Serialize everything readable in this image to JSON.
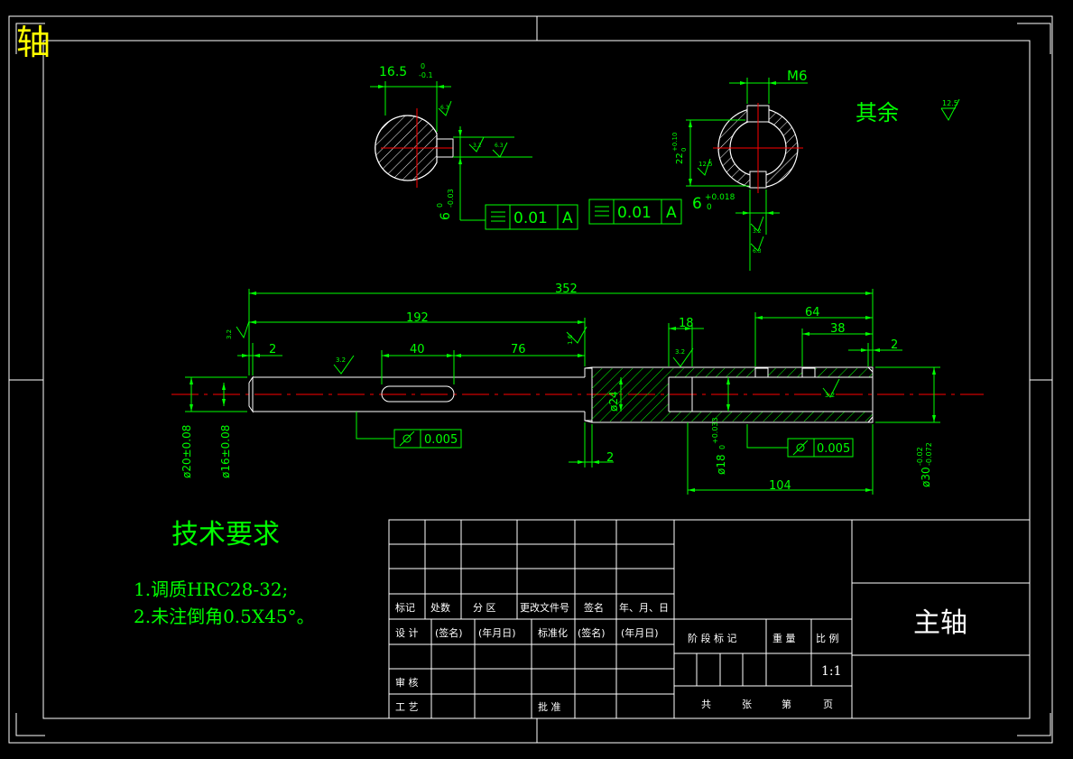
{
  "sheet": {
    "corner_label": "轴",
    "rest_roughness_label": "其余",
    "rest_roughness_value": "12.5"
  },
  "section_a": {
    "width_dim": "16.5",
    "width_tol_upper": "0",
    "width_tol_lower": "-0.1",
    "key_dim": "6",
    "key_tol_upper": "0",
    "key_tol_lower": "-0.03",
    "roughness_side": "6.3",
    "roughness_face": "3.2",
    "roughness_top": "6.3",
    "tolerance_value": "0.01",
    "datum": "A"
  },
  "section_b": {
    "thread_dim": "M6",
    "height_dim": "22",
    "height_tol_upper": "+0.10",
    "height_tol_lower": "0",
    "key_dim": "6",
    "key_tol_upper": "+0.018",
    "key_tol_lower": "0",
    "roughness_inner": "12.5",
    "roughness_key": "3.2",
    "roughness_bottom": "6.3",
    "tolerance_value": "0.01",
    "datum": "A"
  },
  "main_view": {
    "total_length": "352",
    "length_192": "192",
    "length_2_left": "2",
    "length_40": "40",
    "length_76": "76",
    "length_18": "18",
    "length_64": "64",
    "length_38": "38",
    "length_2_right": "2",
    "length_2_bottom": "2",
    "length_104": "104",
    "dia_20": "ø20±0.08",
    "dia_16": "ø16±0.08",
    "dia_24": "ø24",
    "dia_18": "ø18",
    "dia_18_tol": "+0.033",
    "dia_18_tol_lower": "0",
    "dia_30": "ø30",
    "dia_30_tol": "-0.02",
    "dia_30_tol_lower": "-0.072",
    "roughness_left": "3.2",
    "roughness_key": "3.2",
    "roughness_mid": "1.6",
    "roughness_bore": "3.2",
    "roughness_inner": "3.2",
    "runout_left": "0.005",
    "runout_right": "0.005"
  },
  "tech_req": {
    "title": "技术要求",
    "line1": "1.调质HRC28-32;",
    "line2": "2.未注倒角0.5X45°。"
  },
  "title_block": {
    "h_mark": "标记",
    "h_count": "处数",
    "h_zone": "分 区",
    "h_doc": "更改文件号",
    "h_sign": "签名",
    "h_date": "年、月、日",
    "design": "设 计",
    "sign1": "(签名)",
    "date1": "(年月日)",
    "standard": "标准化",
    "sign2": "(签名)",
    "date2": "(年月日)",
    "stage": "阶 段 标 记",
    "weight": "重 量",
    "scale": "比 例",
    "scale_value": "1:1",
    "review": "审 核",
    "process": "工 艺",
    "approve": "批 准",
    "total": "共",
    "sheets": "张",
    "page_no": "第",
    "page": "页",
    "part_name": "主轴"
  },
  "colors": {
    "line": "#00ff00",
    "frame": "#ffffff",
    "center": "#ff0000",
    "corner_label": "#ffff00",
    "background": "#000000"
  }
}
